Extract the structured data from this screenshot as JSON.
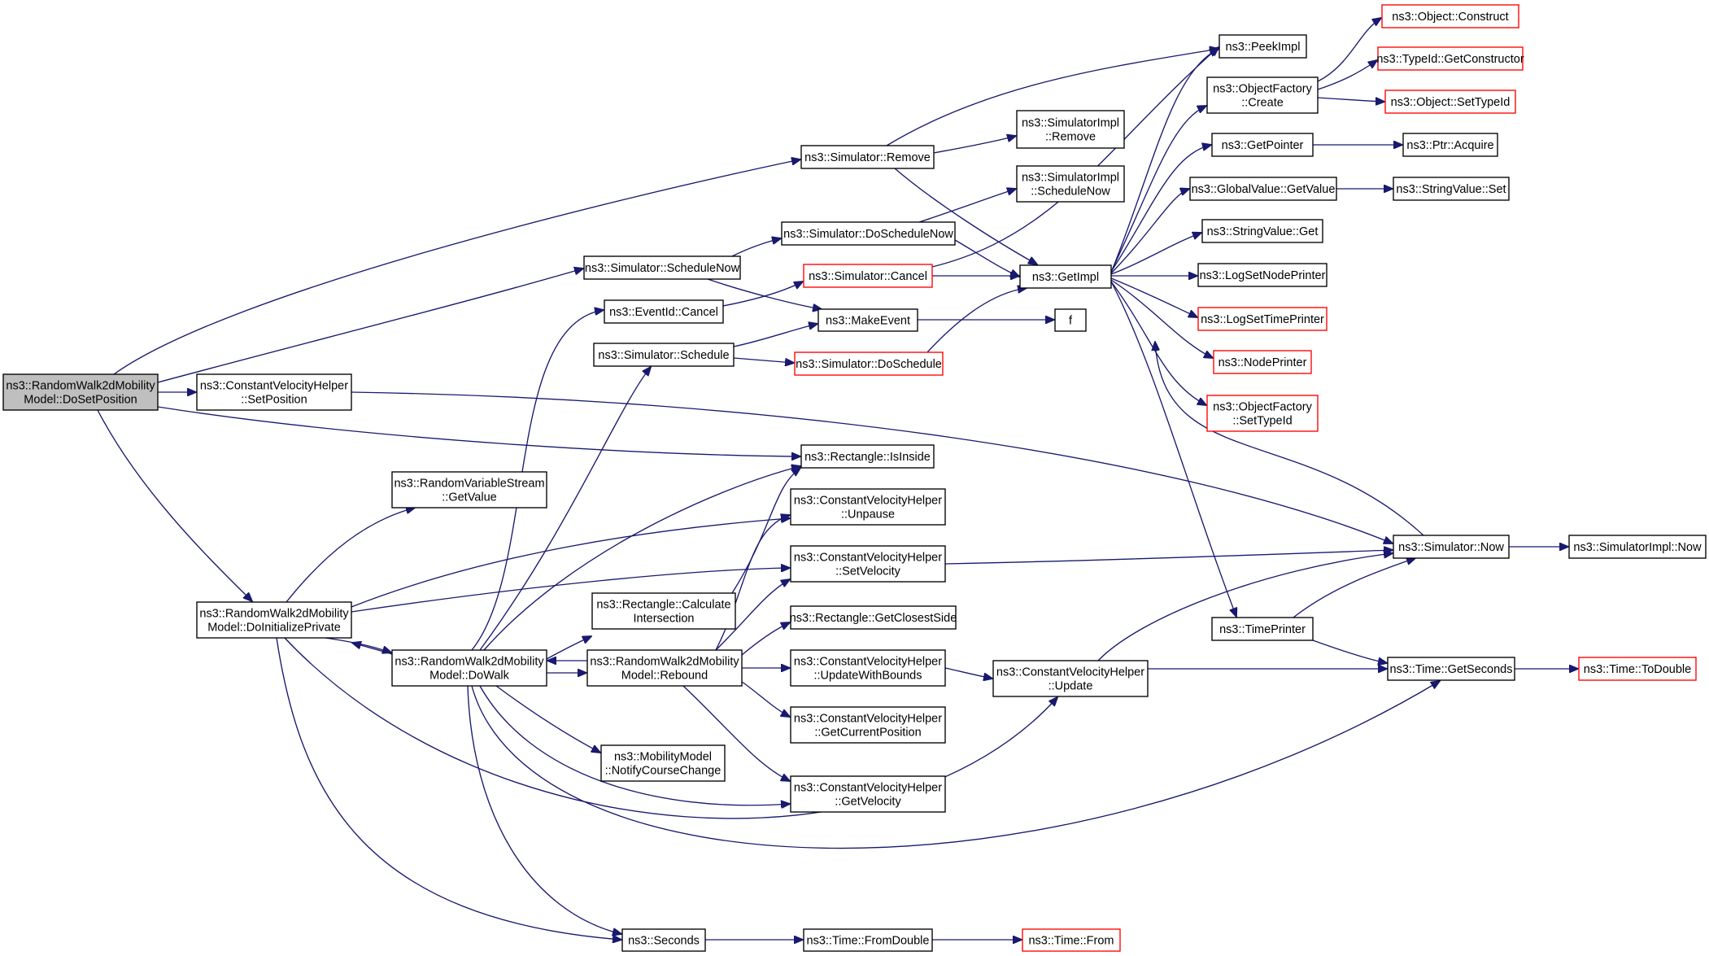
{
  "graph": {
    "edge_color": "#191970",
    "link_border_color": "#ff0000",
    "root_fill": "#bfbfbf",
    "nodes": [
      {
        "id": "root",
        "lines": [
          "ns3::RandomWalk2dMobility",
          "Model::DoSetPosition"
        ],
        "style": "root"
      },
      {
        "id": "cvh_setpos",
        "lines": [
          "ns3::ConstantVelocityHelper",
          "::SetPosition"
        ],
        "style": "normal"
      },
      {
        "id": "sim_remove",
        "lines": [
          "ns3::Simulator::Remove"
        ],
        "style": "normal"
      },
      {
        "id": "sim_schednow",
        "lines": [
          "ns3::Simulator::ScheduleNow"
        ],
        "style": "normal"
      },
      {
        "id": "rect_isinside",
        "lines": [
          "ns3::Rectangle::IsInside"
        ],
        "style": "normal"
      },
      {
        "id": "rw_initpriv",
        "lines": [
          "ns3::RandomWalk2dMobility",
          "Model::DoInitializePrivate"
        ],
        "style": "normal"
      },
      {
        "id": "rvs_getvalue",
        "lines": [
          "ns3::RandomVariableStream",
          "::GetValue"
        ],
        "style": "normal"
      },
      {
        "id": "rw_dowalk",
        "lines": [
          "ns3::RandomWalk2dMobility",
          "Model::DoWalk"
        ],
        "style": "normal"
      },
      {
        "id": "seconds",
        "lines": [
          "ns3::Seconds"
        ],
        "style": "normal"
      },
      {
        "id": "eventid_cancel",
        "lines": [
          "ns3::EventId::Cancel"
        ],
        "style": "normal"
      },
      {
        "id": "sim_schedule",
        "lines": [
          "ns3::Simulator::Schedule"
        ],
        "style": "normal"
      },
      {
        "id": "rect_calc",
        "lines": [
          "ns3::Rectangle::Calculate",
          "Intersection"
        ],
        "style": "normal"
      },
      {
        "id": "rw_rebound",
        "lines": [
          "ns3::RandomWalk2dMobility",
          "Model::Rebound"
        ],
        "style": "normal"
      },
      {
        "id": "mm_notify",
        "lines": [
          "ns3::MobilityModel",
          "::NotifyCourseChange"
        ],
        "style": "normal"
      },
      {
        "id": "sim_doschednow",
        "lines": [
          "ns3::Simulator::DoScheduleNow"
        ],
        "style": "normal"
      },
      {
        "id": "sim_cancel",
        "lines": [
          "ns3::Simulator::Cancel"
        ],
        "style": "red"
      },
      {
        "id": "makeevent",
        "lines": [
          "ns3::MakeEvent"
        ],
        "style": "normal"
      },
      {
        "id": "sim_dosched",
        "lines": [
          "ns3::Simulator::DoSchedule"
        ],
        "style": "red"
      },
      {
        "id": "cvh_unpause",
        "lines": [
          "ns3::ConstantVelocityHelper",
          "::Unpause"
        ],
        "style": "normal"
      },
      {
        "id": "cvh_setvel",
        "lines": [
          "ns3::ConstantVelocityHelper",
          "::SetVelocity"
        ],
        "style": "normal"
      },
      {
        "id": "rect_closest",
        "lines": [
          "ns3::Rectangle::GetClosestSide"
        ],
        "style": "normal"
      },
      {
        "id": "cvh_updbounds",
        "lines": [
          "ns3::ConstantVelocityHelper",
          "::UpdateWithBounds"
        ],
        "style": "normal"
      },
      {
        "id": "cvh_curpos",
        "lines": [
          "ns3::ConstantVelocityHelper",
          "::GetCurrentPosition"
        ],
        "style": "normal"
      },
      {
        "id": "cvh_getvel",
        "lines": [
          "ns3::ConstantVelocityHelper",
          "::GetVelocity"
        ],
        "style": "normal"
      },
      {
        "id": "time_fromdouble",
        "lines": [
          "ns3::Time::FromDouble"
        ],
        "style": "normal"
      },
      {
        "id": "simimpl_remove",
        "lines": [
          "ns3::SimulatorImpl",
          "::Remove"
        ],
        "style": "normal"
      },
      {
        "id": "simimpl_schednow",
        "lines": [
          "ns3::SimulatorImpl",
          "::ScheduleNow"
        ],
        "style": "normal"
      },
      {
        "id": "getimpl",
        "lines": [
          "ns3::GetImpl"
        ],
        "style": "normal"
      },
      {
        "id": "f",
        "lines": [
          "f"
        ],
        "style": "normal"
      },
      {
        "id": "cvh_update",
        "lines": [
          "ns3::ConstantVelocityHelper",
          "::Update"
        ],
        "style": "normal"
      },
      {
        "id": "time_from",
        "lines": [
          "ns3::Time::From"
        ],
        "style": "red"
      },
      {
        "id": "peekimpl",
        "lines": [
          "ns3::PeekImpl"
        ],
        "style": "normal"
      },
      {
        "id": "of_create",
        "lines": [
          "ns3::ObjectFactory",
          "::Create"
        ],
        "style": "normal"
      },
      {
        "id": "getpointer",
        "lines": [
          "ns3::GetPointer"
        ],
        "style": "normal"
      },
      {
        "id": "gv_getvalue",
        "lines": [
          "ns3::GlobalValue::GetValue"
        ],
        "style": "normal"
      },
      {
        "id": "sv_get",
        "lines": [
          "ns3::StringValue::Get"
        ],
        "style": "normal"
      },
      {
        "id": "log_nodeprinter",
        "lines": [
          "ns3::LogSetNodePrinter"
        ],
        "style": "normal"
      },
      {
        "id": "log_timeprinter",
        "lines": [
          "ns3::LogSetTimePrinter"
        ],
        "style": "red"
      },
      {
        "id": "nodeprinter",
        "lines": [
          "ns3::NodePrinter"
        ],
        "style": "red"
      },
      {
        "id": "of_settypeid",
        "lines": [
          "ns3::ObjectFactory",
          "::SetTypeId"
        ],
        "style": "red"
      },
      {
        "id": "timeprinter",
        "lines": [
          "ns3::TimePrinter"
        ],
        "style": "normal"
      },
      {
        "id": "obj_construct",
        "lines": [
          "ns3::Object::Construct"
        ],
        "style": "red"
      },
      {
        "id": "typeid_getctor",
        "lines": [
          "ns3::TypeId::GetConstructor"
        ],
        "style": "red"
      },
      {
        "id": "obj_settypeid",
        "lines": [
          "ns3::Object::SetTypeId"
        ],
        "style": "red"
      },
      {
        "id": "ptr_acquire",
        "lines": [
          "ns3::Ptr::Acquire"
        ],
        "style": "normal"
      },
      {
        "id": "sv_set",
        "lines": [
          "ns3::StringValue::Set"
        ],
        "style": "normal"
      },
      {
        "id": "sim_now",
        "lines": [
          "ns3::Simulator::Now"
        ],
        "style": "normal"
      },
      {
        "id": "time_getseconds",
        "lines": [
          "ns3::Time::GetSeconds"
        ],
        "style": "normal"
      },
      {
        "id": "simimpl_now",
        "lines": [
          "ns3::SimulatorImpl::Now"
        ],
        "style": "normal"
      },
      {
        "id": "time_todouble",
        "lines": [
          "ns3::Time::ToDouble"
        ],
        "style": "red"
      }
    ],
    "edges": [
      [
        "root",
        "sim_remove"
      ],
      [
        "root",
        "sim_schednow"
      ],
      [
        "root",
        "cvh_setpos"
      ],
      [
        "root",
        "rect_isinside"
      ],
      [
        "root",
        "rw_initpriv"
      ],
      [
        "cvh_setpos",
        "sim_now"
      ],
      [
        "sim_remove",
        "peekimpl"
      ],
      [
        "sim_remove",
        "simimpl_remove"
      ],
      [
        "sim_remove",
        "getimpl"
      ],
      [
        "sim_schednow",
        "sim_doschednow"
      ],
      [
        "sim_schednow",
        "makeevent"
      ],
      [
        "sim_doschednow",
        "simimpl_schednow"
      ],
      [
        "sim_doschednow",
        "getimpl"
      ],
      [
        "eventid_cancel",
        "sim_cancel"
      ],
      [
        "sim_cancel",
        "getimpl"
      ],
      [
        "sim_cancel",
        "peekimpl"
      ],
      [
        "sim_schedule",
        "makeevent"
      ],
      [
        "sim_schedule",
        "sim_dosched"
      ],
      [
        "makeevent",
        "f"
      ],
      [
        "sim_dosched",
        "getimpl"
      ],
      [
        "getimpl",
        "peekimpl"
      ],
      [
        "getimpl",
        "of_create"
      ],
      [
        "getimpl",
        "getpointer"
      ],
      [
        "getimpl",
        "gv_getvalue"
      ],
      [
        "getimpl",
        "sv_get"
      ],
      [
        "getimpl",
        "log_nodeprinter"
      ],
      [
        "getimpl",
        "log_timeprinter"
      ],
      [
        "getimpl",
        "nodeprinter"
      ],
      [
        "getimpl",
        "of_settypeid"
      ],
      [
        "getimpl",
        "timeprinter"
      ],
      [
        "of_create",
        "obj_construct"
      ],
      [
        "of_create",
        "typeid_getctor"
      ],
      [
        "of_create",
        "obj_settypeid"
      ],
      [
        "getpointer",
        "ptr_acquire"
      ],
      [
        "gv_getvalue",
        "sv_set"
      ],
      [
        "timeprinter",
        "sim_now"
      ],
      [
        "timeprinter",
        "time_getseconds"
      ],
      [
        "sim_now",
        "simimpl_now"
      ],
      [
        "sim_now",
        "getimpl"
      ],
      [
        "time_getseconds",
        "time_todouble"
      ],
      [
        "rw_initpriv",
        "rvs_getvalue"
      ],
      [
        "rw_initpriv",
        "cvh_unpause"
      ],
      [
        "rw_initpriv",
        "cvh_setvel"
      ],
      [
        "rw_initpriv",
        "rw_dowalk"
      ],
      [
        "rw_initpriv",
        "seconds"
      ],
      [
        "rw_initpriv",
        "cvh_update"
      ],
      [
        "rw_dowalk",
        "eventid_cancel"
      ],
      [
        "rw_dowalk",
        "sim_schedule"
      ],
      [
        "rw_dowalk",
        "rect_isinside"
      ],
      [
        "rw_dowalk",
        "rect_calc"
      ],
      [
        "rw_dowalk",
        "rw_rebound"
      ],
      [
        "rw_dowalk",
        "mm_notify"
      ],
      [
        "rw_dowalk",
        "cvh_getvel"
      ],
      [
        "rw_dowalk",
        "seconds"
      ],
      [
        "rw_dowalk",
        "time_getseconds"
      ],
      [
        "rw_dowalk",
        "rw_initpriv"
      ],
      [
        "rw_rebound",
        "rw_dowalk"
      ],
      [
        "rw_rebound",
        "cvh_unpause"
      ],
      [
        "rw_rebound",
        "cvh_setvel"
      ],
      [
        "rw_rebound",
        "rect_closest"
      ],
      [
        "rw_rebound",
        "cvh_updbounds"
      ],
      [
        "rw_rebound",
        "cvh_curpos"
      ],
      [
        "rw_rebound",
        "cvh_getvel"
      ],
      [
        "rect_calc",
        "rect_isinside"
      ],
      [
        "cvh_updbounds",
        "cvh_update"
      ],
      [
        "cvh_update",
        "sim_now"
      ],
      [
        "cvh_update",
        "time_getseconds"
      ],
      [
        "cvh_setvel",
        "sim_now"
      ],
      [
        "seconds",
        "time_fromdouble"
      ],
      [
        "time_fromdouble",
        "time_from"
      ]
    ]
  }
}
